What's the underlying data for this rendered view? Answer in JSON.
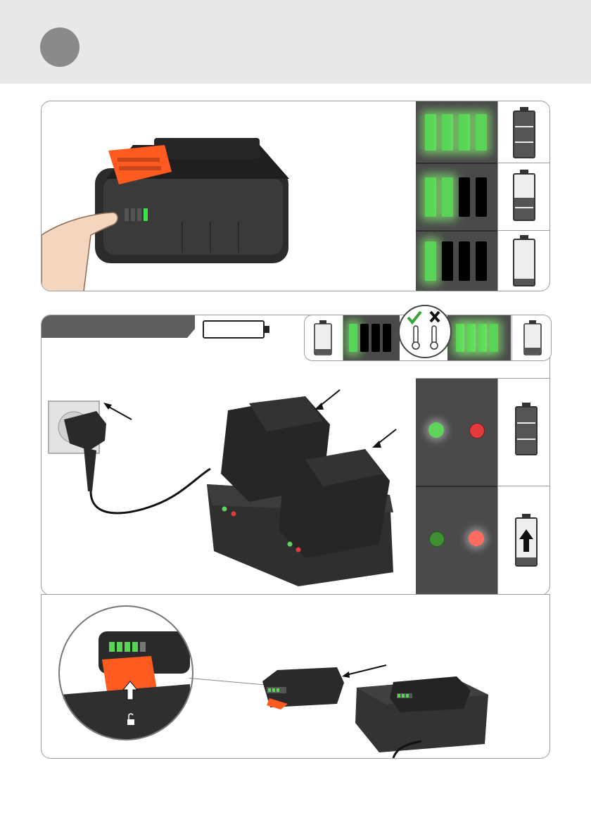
{
  "header": {
    "step_number": ""
  },
  "section_check": {
    "charge_levels": [
      {
        "leds_on": 4,
        "of": 4,
        "battery_fraction": 1.0
      },
      {
        "leds_on": 2,
        "of": 4,
        "battery_fraction": 0.5
      },
      {
        "leds_on": 1,
        "of": 4,
        "battery_fraction": 0.1
      }
    ]
  },
  "section_charging": {
    "label_tab": "",
    "temperature": {
      "ok": "check-icon",
      "not_ok": "cross-icon"
    },
    "indicator_states": [
      {
        "green": "blinking",
        "red": "off",
        "battery": "full"
      },
      {
        "green": "on",
        "red": "blinking",
        "battery": "charging"
      }
    ]
  },
  "section_removal": {
    "lock_icon": "unlock-icon"
  },
  "colors": {
    "led_green": "#59d456",
    "led_red": "#e33b3b",
    "accent_orange": "#ff5a1f",
    "panel_dark": "#4a4a4a"
  }
}
